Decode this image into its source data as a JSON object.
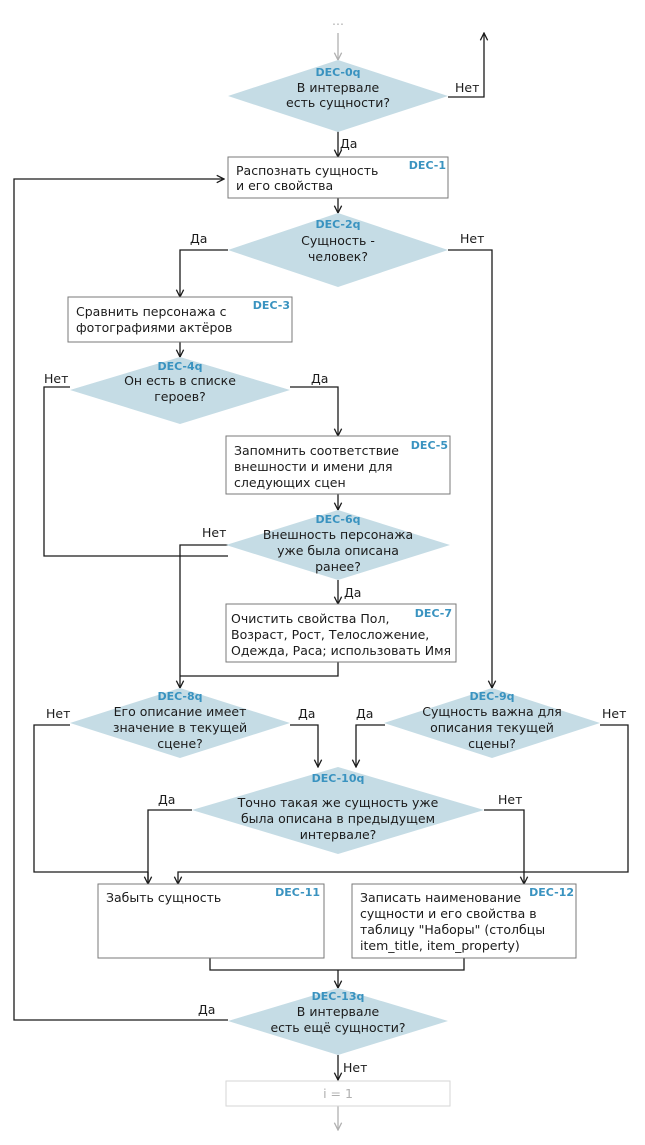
{
  "top_ellipsis": "...",
  "nodes": {
    "dec0q": {
      "code": "DEC-0q",
      "lines": [
        "В интервале",
        "есть сущности?"
      ]
    },
    "dec1": {
      "code": "DEC-1",
      "lines": [
        "Распознать сущность",
        "и его свойства"
      ]
    },
    "dec2q": {
      "code": "DEC-2q",
      "lines": [
        "Сущность -",
        "человек?"
      ]
    },
    "dec3": {
      "code": "DEC-3",
      "lines": [
        "Сравнить персонажа с",
        "фотографиями актёров"
      ]
    },
    "dec4q": {
      "code": "DEC-4q",
      "lines": [
        "Он есть в списке",
        "героев?"
      ]
    },
    "dec5": {
      "code": "DEC-5",
      "lines": [
        "Запомнить соответствие",
        "внешности и имени для",
        "следующих сцен"
      ]
    },
    "dec6q": {
      "code": "DEC-6q",
      "lines": [
        "Внешность персонажа",
        "уже была описана",
        "ранее?"
      ]
    },
    "dec7": {
      "code": "DEC-7",
      "lines": [
        "Очистить свойства Пол,",
        "Возраст, Рост, Телосложение,",
        "Одежда, Раса; использовать Имя"
      ]
    },
    "dec8q": {
      "code": "DEC-8q",
      "lines": [
        "Его описание имеет",
        "значение в текущей",
        "сцене?"
      ]
    },
    "dec9q": {
      "code": "DEC-9q",
      "lines": [
        "Сущность важна для",
        "описания текущей",
        "сцены?"
      ]
    },
    "dec10q": {
      "code": "DEC-10q",
      "lines": [
        "Точно такая же сущность уже",
        "была описана в предыдущем",
        "интервале?"
      ]
    },
    "dec11": {
      "code": "DEC-11",
      "lines": [
        "Забыть сущность"
      ]
    },
    "dec12": {
      "code": "DEC-12",
      "lines": [
        "Записать наименование",
        "сущности и его свойства в",
        "таблицу \"Наборы\" (столбцы",
        "item_title, item_property)"
      ]
    },
    "dec13q": {
      "code": "DEC-13q",
      "lines": [
        "В интервале",
        "есть ещё сущности?"
      ]
    },
    "next": {
      "lines": [
        "i = 1"
      ]
    }
  },
  "edge_labels": {
    "dec0q_no": "Нет",
    "dec0q_yes": "Да",
    "dec2q_yes": "Да",
    "dec2q_no": "Нет",
    "dec4q_no": "Нет",
    "dec4q_yes": "Да",
    "dec6q_no": "Нет",
    "dec6q_yes": "Да",
    "dec8q_no": "Нет",
    "dec8q_yes": "Да",
    "dec9q_yes": "Да",
    "dec9q_no": "Нет",
    "dec10q_yes": "Да",
    "dec10q_no": "Нет",
    "dec13q_yes": "Да",
    "dec13q_no": "Нет"
  },
  "colors": {
    "decision_fill": "#c5dce5",
    "box_border": "#7a7a7a",
    "code_text": "#3a93c0",
    "line": "#1b1b1b",
    "muted": "#b0b0b0"
  }
}
